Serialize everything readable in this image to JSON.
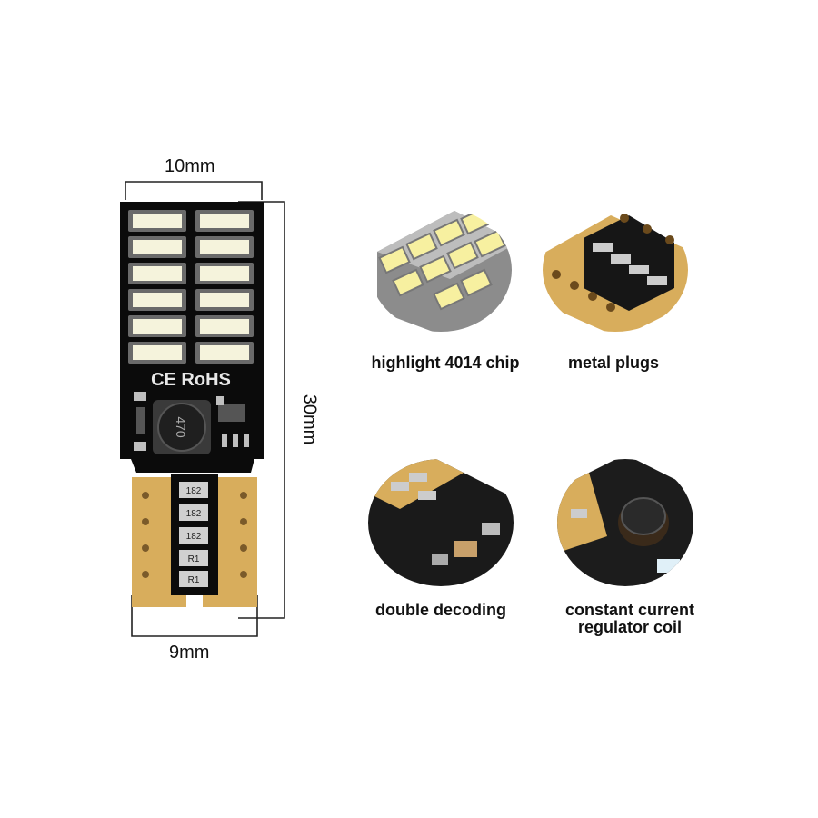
{
  "dimensions": {
    "width_label": "10mm",
    "height_label": "30mm",
    "base_label": "9mm"
  },
  "product": {
    "marking": "CE RoHS",
    "coil_marking": "470",
    "resistor_markings": [
      "182",
      "182",
      "182",
      "R1",
      "R1"
    ]
  },
  "features": [
    {
      "caption": "highlight 4014 chip"
    },
    {
      "caption": "metal plugs"
    },
    {
      "caption": "double decoding"
    },
    {
      "caption_line1": "constant current",
      "caption_line2": "regulator coil"
    }
  ],
  "colors": {
    "pcb": "#0b0b0b",
    "gold": "#d8ad5c",
    "led": "#f5f3dc",
    "background": "#ffffff"
  }
}
